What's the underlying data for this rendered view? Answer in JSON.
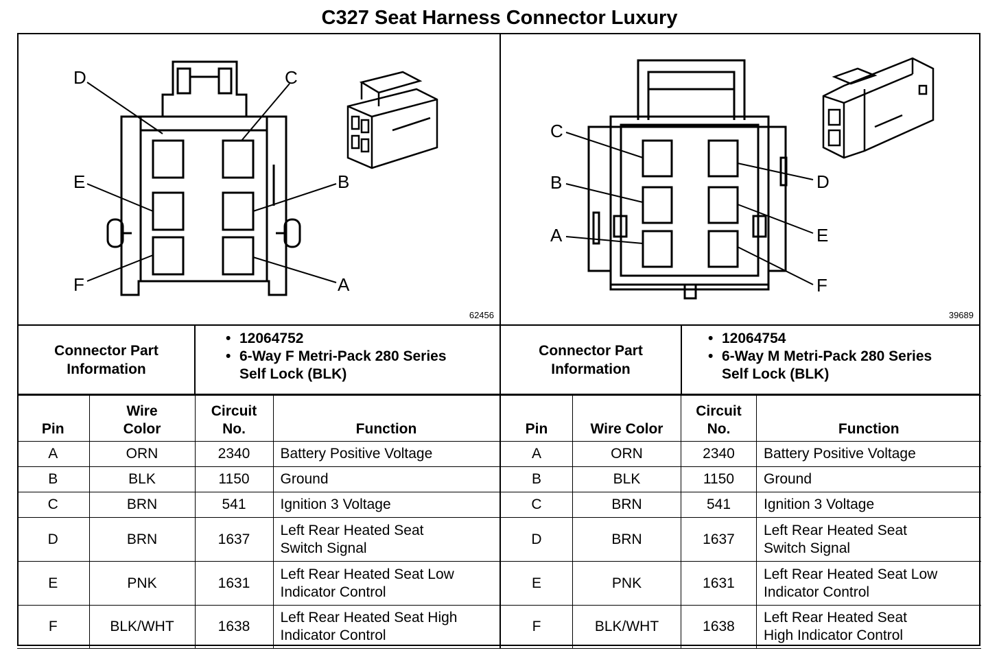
{
  "title": "C327 Seat Harness Connector Luxury",
  "left": {
    "figure_number": "62456",
    "pin_labels": [
      "A",
      "B",
      "C",
      "D",
      "E",
      "F"
    ],
    "info_label_line1": "Connector Part",
    "info_label_line2": "Information",
    "part_number": "12064752",
    "description_line1": "6-Way F Metri-Pack 280 Series",
    "description_line2": "Self Lock (BLK)",
    "headers": {
      "pin": "Pin",
      "wire_color_line1": "Wire",
      "wire_color_line2": "Color",
      "circuit_line1": "Circuit",
      "circuit_line2": "No.",
      "function": "Function"
    },
    "rows": [
      {
        "pin": "A",
        "color": "ORN",
        "circuit": "2340",
        "fn1": "Battery Positive Voltage",
        "fn2": ""
      },
      {
        "pin": "B",
        "color": "BLK",
        "circuit": "1150",
        "fn1": "Ground",
        "fn2": ""
      },
      {
        "pin": "C",
        "color": "BRN",
        "circuit": "541",
        "fn1": "Ignition 3 Voltage",
        "fn2": ""
      },
      {
        "pin": "D",
        "color": "BRN",
        "circuit": "1637",
        "fn1": "Left Rear Heated Seat",
        "fn2": "Switch Signal"
      },
      {
        "pin": "E",
        "color": "PNK",
        "circuit": "1631",
        "fn1": "Left Rear Heated Seat Low",
        "fn2": "Indicator Control"
      },
      {
        "pin": "F",
        "color": "BLK/WHT",
        "circuit": "1638",
        "fn1": "Left Rear Heated Seat High",
        "fn2": "Indicator Control"
      }
    ]
  },
  "right": {
    "figure_number": "39689",
    "pin_labels": [
      "A",
      "B",
      "C",
      "D",
      "E",
      "F"
    ],
    "info_label_line1": "Connector Part",
    "info_label_line2": "Information",
    "part_number": "12064754",
    "description_line1": "6-Way M Metri-Pack 280 Series",
    "description_line2": "Self Lock (BLK)",
    "headers": {
      "pin": "Pin",
      "wire_color": "Wire Color",
      "circuit_line1": "Circuit",
      "circuit_line2": "No.",
      "function": "Function"
    },
    "rows": [
      {
        "pin": "A",
        "color": "ORN",
        "circuit": "2340",
        "fn1": "Battery Positive Voltage",
        "fn2": ""
      },
      {
        "pin": "B",
        "color": "BLK",
        "circuit": "1150",
        "fn1": "Ground",
        "fn2": ""
      },
      {
        "pin": "C",
        "color": "BRN",
        "circuit": "541",
        "fn1": "Ignition 3 Voltage",
        "fn2": ""
      },
      {
        "pin": "D",
        "color": "BRN",
        "circuit": "1637",
        "fn1": "Left Rear Heated Seat",
        "fn2": "Switch Signal"
      },
      {
        "pin": "E",
        "color": "PNK",
        "circuit": "1631",
        "fn1": "Left Rear Heated Seat Low",
        "fn2": "Indicator Control"
      },
      {
        "pin": "F",
        "color": "BLK/WHT",
        "circuit": "1638",
        "fn1": "Left Rear Heated Seat",
        "fn2": "High Indicator Control"
      }
    ]
  }
}
